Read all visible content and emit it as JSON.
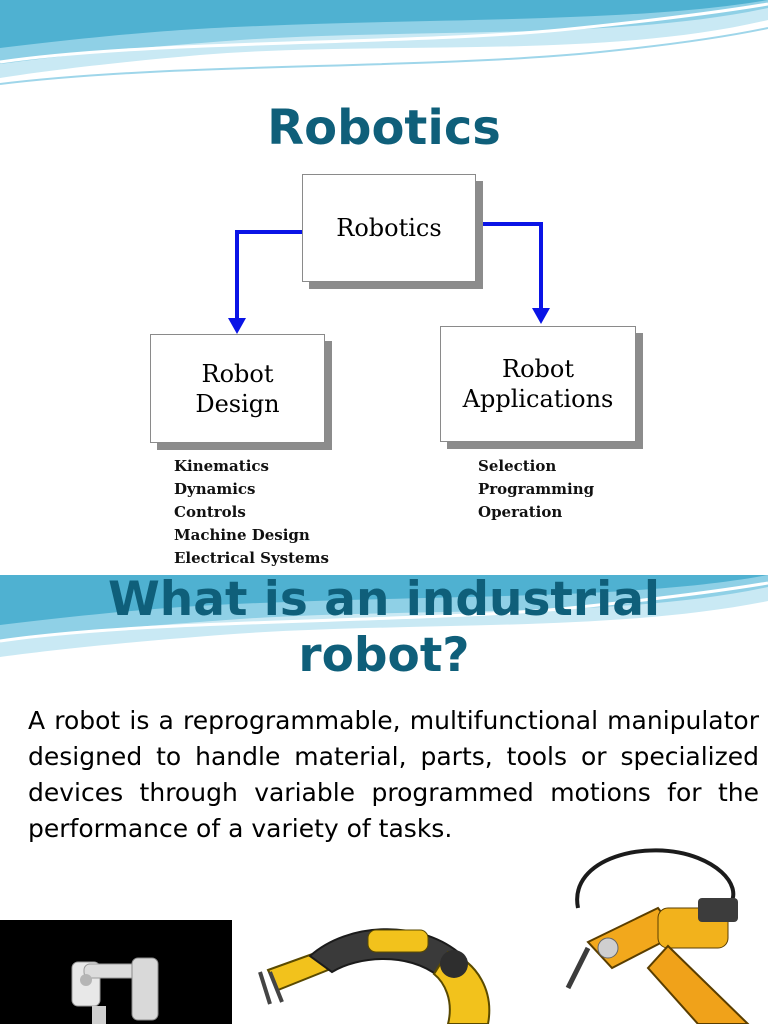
{
  "slide1": {
    "title": "Robotics",
    "diagram": {
      "root": "Robotics",
      "left_box": {
        "line1": "Robot",
        "line2": "Design"
      },
      "right_box": {
        "line1": "Robot",
        "line2": "Applications"
      },
      "left_items": [
        "Kinematics",
        "Dynamics",
        "Controls",
        "Machine Design",
        "Electrical Systems"
      ],
      "right_items": [
        "Selection",
        "Programming",
        "Operation"
      ]
    }
  },
  "slide2": {
    "title_line1": "What is an industrial",
    "title_line2": "robot?",
    "definition": "A robot is a reprogrammable, multifunctional manipulator designed to handle material, parts, tools or specialized devices through variable programmed motions for the performance of a variety of tasks."
  },
  "colors": {
    "title": "#0f5f7a",
    "arrow": "#0a14e6",
    "wave_light": "#c9e9f4",
    "wave_mid": "#8fd0e6",
    "wave_dark": "#4fb1d1",
    "robot_yellow": "#f2c21c"
  }
}
